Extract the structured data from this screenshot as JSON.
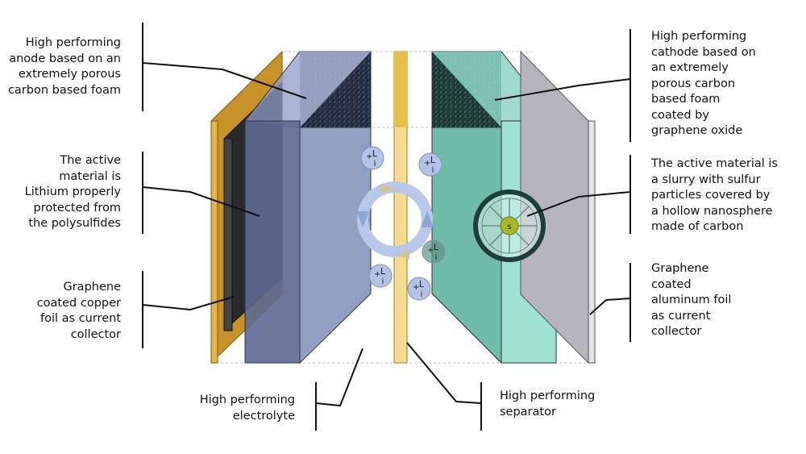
{
  "labels": {
    "anode": [
      "High performing",
      "anode based on an",
      "extremely porous",
      "carbon based foam"
    ],
    "lithium": [
      "The active",
      "material is",
      "Lithium properly",
      "protected from",
      "the polysulfides"
    ],
    "copper": [
      "Graphene",
      "coated copper",
      "foil as current",
      "collector"
    ],
    "electrolyte": [
      "High performing",
      "electrolyte"
    ],
    "separator": [
      "High performing",
      "separator"
    ],
    "cathode": [
      "High performing",
      "cathode based on",
      "an extremely",
      "porous carbon",
      "based foam",
      "coated by",
      "graphene oxide"
    ],
    "sulfur": [
      "The active material is",
      "a slurry with sulfur",
      "particles covered by",
      "a hollow nanosphere",
      "made of carbon"
    ],
    "aluminum": [
      "Graphene",
      "coated",
      "aluminum foil",
      "as current",
      "collector"
    ]
  },
  "ion": {
    "plus": "+",
    "top": "L",
    "bottom": "i"
  },
  "sulfur_particle": "s",
  "colors": {
    "copper_foil": "#d9a93a",
    "anode_foam": "#6f7fae",
    "anode_plate": "#3f4a72",
    "separator": "#f0c75a",
    "cathode_foam": "#5fae9a",
    "cathode_plate": "#2f5d4f",
    "aluminum_foil": "#c9c9cf",
    "ion": "#b4c2e6"
  }
}
